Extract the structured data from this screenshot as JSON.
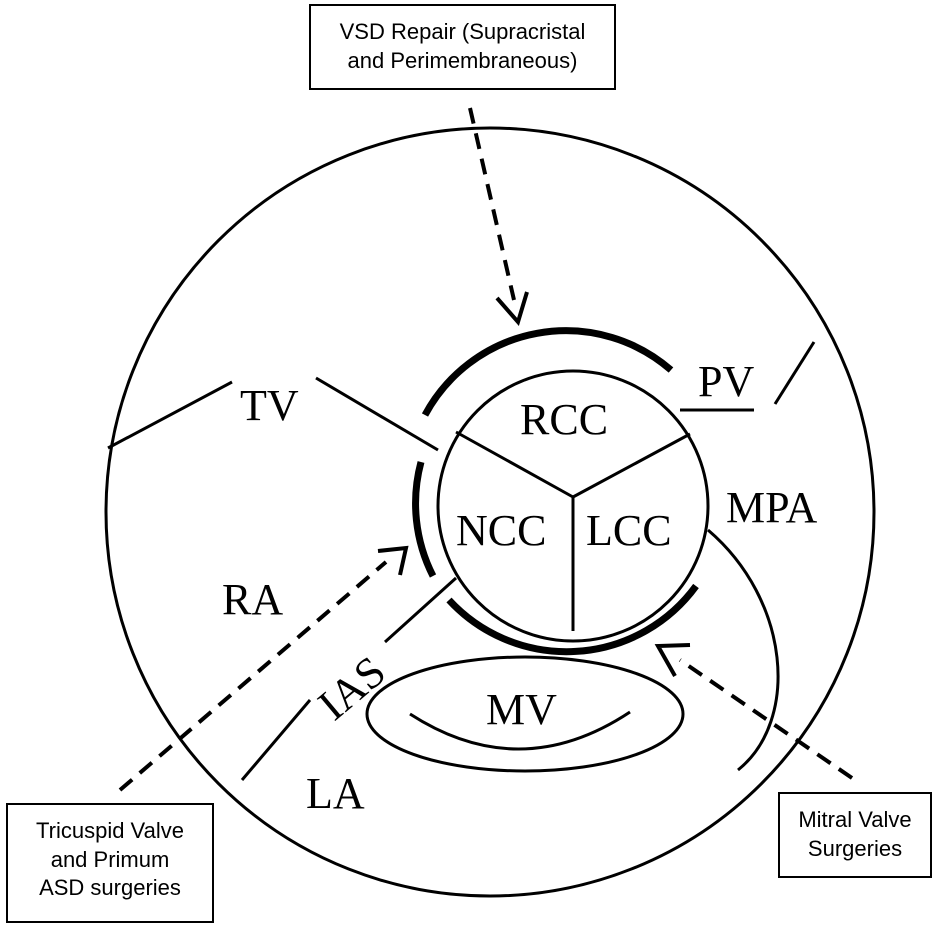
{
  "callouts": {
    "vsd": {
      "line1": "VSD Repair (Supracristal",
      "line2": "and Perimembraneous)"
    },
    "tricuspid": {
      "line1": "Tricuspid Valve",
      "line2": "and Primum",
      "line3": "ASD surgeries"
    },
    "mitral": {
      "line1": "Mitral Valve",
      "line2": "Surgeries"
    }
  },
  "labels": {
    "tv": "TV",
    "pv": "PV",
    "rcc": "RCC",
    "ncc": "NCC",
    "lcc": "LCC",
    "mpa": "MPA",
    "ra": "RA",
    "ias": "IAS",
    "mv": "MV",
    "la": "LA"
  }
}
